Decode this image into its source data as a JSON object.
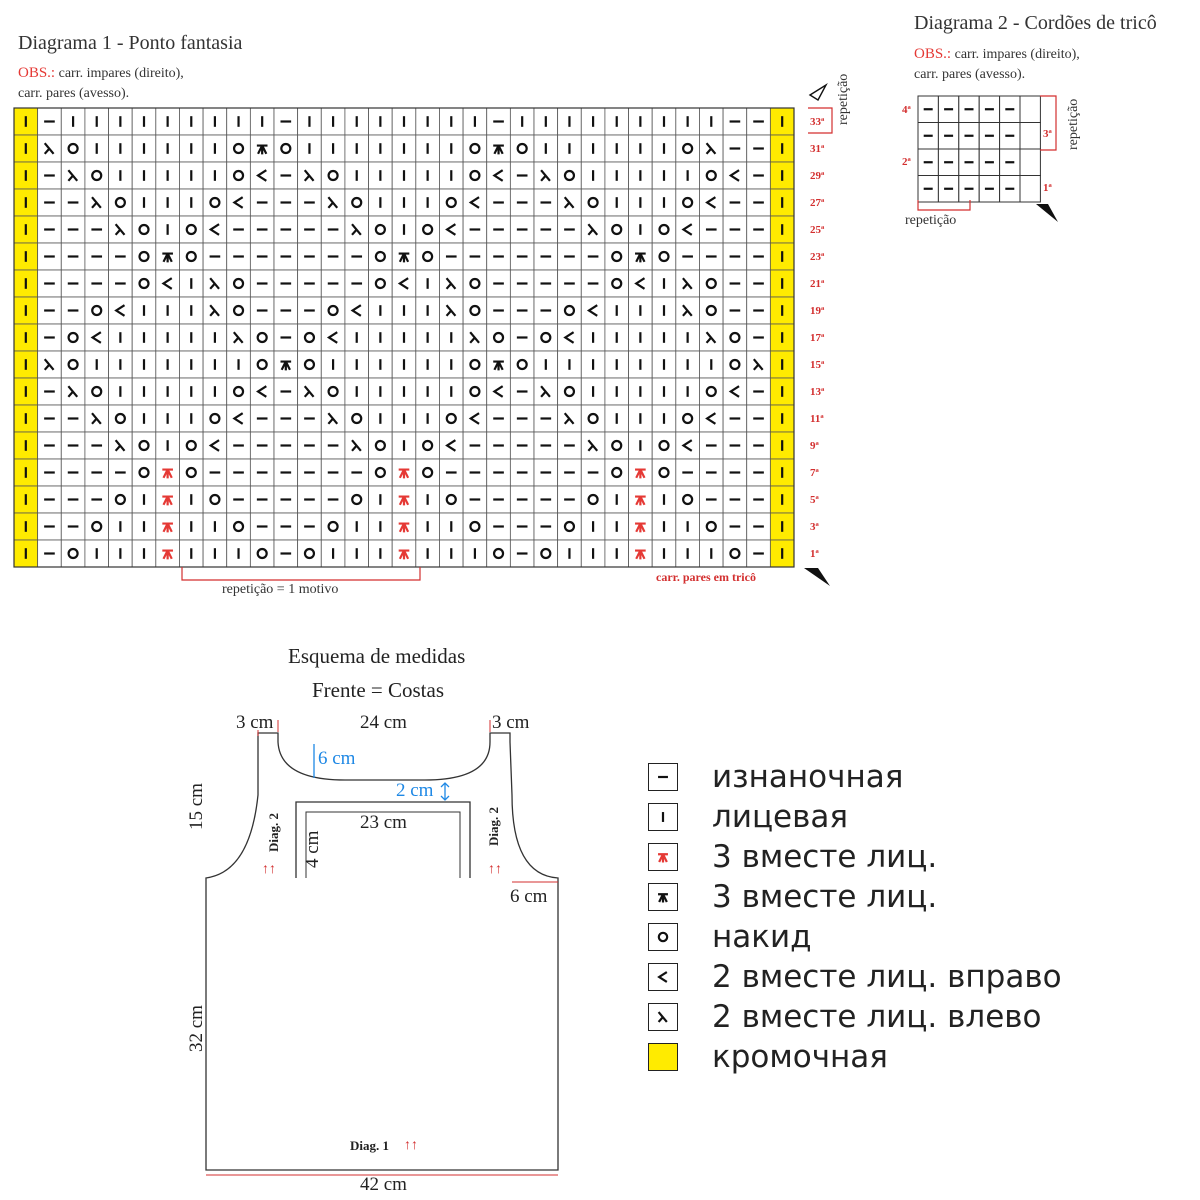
{
  "diagram1": {
    "title": "Diagrama 1 - Ponto fantasia",
    "obs_label": "OBS.:",
    "obs_line1": " carr. impares (direito),",
    "obs_line2": "carr. pares (avesso).",
    "repeat_side": "repetição",
    "repeat_bottom": "repetição = 1 motivo",
    "even_rows_note": "carr. pares em tricô",
    "row_labels": [
      "33ª",
      "31ª",
      "29ª",
      "27ª",
      "25ª",
      "23ª",
      "21ª",
      "19ª",
      "17ª",
      "15ª",
      "13ª",
      "11ª",
      "9ª",
      "7ª",
      "5ª",
      "3ª",
      "1ª"
    ],
    "rows": [
      "-|||||||||-||||||||-|||||||||-",
      "VO||||||OAO|||||||OAO||||||OV",
      "-VO|||||OH-VO|||||OH-VO|||||OH-",
      "--VO|||OH---VO|||OH---VO|||OH--",
      "---VO|OH-----VO|OH-----VO|OH---",
      "----OAO-------OAO-------OAO----",
      "----OH|VO-----OH|VO-----OH|VO----",
      "--OH|||VO---OH|||VO---OH|||VO--",
      "-OH|||||VO-OH|||||VO-OH|||||VO-",
      "VO|||||||OAO||||||OAO||||||||OV",
      "-VO|||||OH-VO|||||OH-VO|||||OH-",
      "--VO|||OH---VO|||OH---VO|||OH--",
      "---VO|OH-----VO|OH-----VO|OH---",
      "----ORO-------ORO-------ORO----",
      "---O|R|O-----O|R|O-----O|R|O---",
      "--O||R||O---O||R||O---O||R||O--",
      "-O|||R|||O-O|||R|||O-O|||R|||O-"
    ]
  },
  "diagram2": {
    "title": "Diagrama 2 - Cordões de tricô",
    "obs_label": "OBS.:",
    "obs_line1": " carr. impares (direito),",
    "obs_line2": "carr. pares (avesso).",
    "repeat_side": "repetição",
    "repeat_bottom": "repetição",
    "row_labels": {
      "r4": "4ª",
      "r3": "3ª",
      "r2": "2ª",
      "r1": "1ª"
    }
  },
  "schema": {
    "title": "Esquema de medidas",
    "subtitle": "Frente = Costas",
    "m_3cm_left": "3 cm",
    "m_24cm": "24 cm",
    "m_3cm_right": "3 cm",
    "m_6cm_neck": "6 cm",
    "m_2cm": "2 cm",
    "m_15cm": "15 cm",
    "m_23cm": "23 cm",
    "m_4cm": "4 cm",
    "m_6cm_arm": "6 cm",
    "m_32cm": "32 cm",
    "m_42cm": "42 cm",
    "diag2_left": "Diag. 2",
    "diag2_right": "Diag. 2",
    "diag1": "Diag. 1",
    "arrows": "↑↑"
  },
  "legend": [
    {
      "icon": "purl-icon",
      "label": "изнаночная"
    },
    {
      "icon": "knit-icon",
      "label": "лицевая"
    },
    {
      "icon": "k3tog-red-icon",
      "label": "3 вместе лиц."
    },
    {
      "icon": "k3tog-black-icon",
      "label": "3 вместе лиц."
    },
    {
      "icon": "yarn-over-icon",
      "label": "накид"
    },
    {
      "icon": "k2tog-right-icon",
      "label": "2 вместе лиц. вправо"
    },
    {
      "icon": "k2tog-left-icon",
      "label": "2 вместе лиц. влево"
    },
    {
      "icon": "selvage-icon",
      "label": "кромочная"
    }
  ],
  "colors": {
    "selvage": "#ffeb00",
    "red_symbol": "#e53935",
    "measure_blue": "#1e88e5"
  }
}
